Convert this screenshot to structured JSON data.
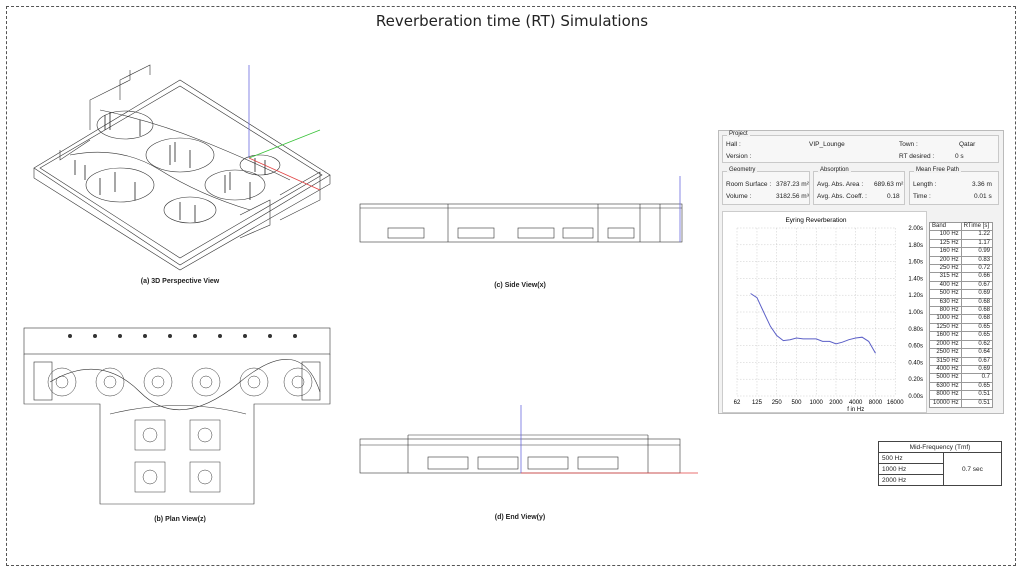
{
  "title": "Reverberation time (RT) Simulations",
  "captions": {
    "perspective": "(a) 3D Perspective View",
    "side": "(c) Side View(x)",
    "plan": "(b) Plan View(z)",
    "end": "(d) End View(y)"
  },
  "project": {
    "group_title": "Project",
    "hall_label": "Hall :",
    "hall_value": "VIP_Lounge",
    "town_label": "Town :",
    "town_value": "Qatar",
    "version_label": "Version :",
    "rt_desired_label": "RT desired :",
    "rt_desired_value": "0 s"
  },
  "geometry": {
    "group_title": "Geometry",
    "room_surface_label": "Room Surface :",
    "room_surface_value": "3787.23 m²",
    "volume_label": "Volume :",
    "volume_value": "3182.56 m³"
  },
  "absorption": {
    "group_title": "Absorption",
    "area_label": "Avg. Abs. Area :",
    "area_value": "689.63 m²",
    "coeff_label": "Avg. Abs. Coeff. :",
    "coeff_value": "0.18"
  },
  "mean_free_path": {
    "group_title": "Mean Free Path",
    "length_label": "Length :",
    "length_value": "3.36 m",
    "time_label": "Time :",
    "time_value": "0.01 s"
  },
  "table": {
    "band_header": "Band",
    "rt_header": "RTime [s]",
    "rows": [
      {
        "band": "100 Hz",
        "rt": "1.22"
      },
      {
        "band": "125 Hz",
        "rt": "1.17"
      },
      {
        "band": "160 Hz",
        "rt": "0.99"
      },
      {
        "band": "200 Hz",
        "rt": "0.83"
      },
      {
        "band": "250 Hz",
        "rt": "0.72"
      },
      {
        "band": "315 Hz",
        "rt": "0.66"
      },
      {
        "band": "400 Hz",
        "rt": "0.67"
      },
      {
        "band": "500 Hz",
        "rt": "0.69"
      },
      {
        "band": "630 Hz",
        "rt": "0.68"
      },
      {
        "band": "800 Hz",
        "rt": "0.68"
      },
      {
        "band": "1000 Hz",
        "rt": "0.68"
      },
      {
        "band": "1250 Hz",
        "rt": "0.65"
      },
      {
        "band": "1600 Hz",
        "rt": "0.65"
      },
      {
        "band": "2000 Hz",
        "rt": "0.62"
      },
      {
        "band": "2500 Hz",
        "rt": "0.64"
      },
      {
        "band": "3150 Hz",
        "rt": "0.67"
      },
      {
        "band": "4000 Hz",
        "rt": "0.69"
      },
      {
        "band": "5000 Hz",
        "rt": "0.7"
      },
      {
        "band": "6300 Hz",
        "rt": "0.65"
      },
      {
        "band": "8000 Hz",
        "rt": "0.51"
      },
      {
        "band": "10000 Hz",
        "rt": "0.51"
      }
    ]
  },
  "mid_frequency": {
    "header": "Mid-Frequency (Tmf)",
    "rows": [
      "500 Hz",
      "1000 Hz",
      "2000 Hz"
    ],
    "value": "0.7 sec"
  },
  "chart_data": {
    "type": "line",
    "title": "Eyring Reverberation",
    "xlabel": "f in Hz",
    "x_ticks": [
      "62",
      "125",
      "250",
      "500",
      "1000",
      "2000",
      "4000",
      "8000",
      "16000"
    ],
    "y_ticks": [
      "0.00s",
      "0.20s",
      "0.40s",
      "0.60s",
      "0.80s",
      "1.00s",
      "1.20s",
      "1.40s",
      "1.60s",
      "1.80s",
      "2.00s"
    ],
    "ylim": [
      0,
      2.0
    ],
    "grid": true,
    "line_color": "#5b5fc7",
    "series": [
      {
        "x": [
          100,
          125,
          160,
          200,
          250,
          315,
          400,
          500,
          630,
          800,
          1000,
          1250,
          1600,
          2000,
          2500,
          3150,
          4000,
          5000,
          6300,
          8000
        ],
        "values": [
          1.22,
          1.17,
          0.99,
          0.83,
          0.72,
          0.66,
          0.67,
          0.69,
          0.68,
          0.68,
          0.68,
          0.65,
          0.65,
          0.62,
          0.64,
          0.67,
          0.69,
          0.7,
          0.65,
          0.51
        ]
      }
    ]
  }
}
